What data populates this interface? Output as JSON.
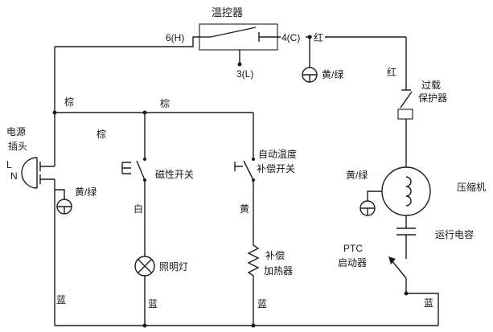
{
  "colors": {
    "ink": "#1c1c1c",
    "background": "#ffffff"
  },
  "title": {
    "thermostat": "温控器"
  },
  "thermostat": {
    "terminal_h": "6(H)",
    "terminal_c": "4(C)",
    "terminal_l": "3(L)"
  },
  "components": {
    "power_plug_line1": "电源",
    "power_plug_line2": "插头",
    "line_live": "L",
    "line_neutral": "N",
    "magnetic_switch": "磁性开关",
    "auto_temp_switch_line1": "自动温度",
    "auto_temp_switch_line2": "补偿开关",
    "lamp": "照明灯",
    "heater_line1": "补偿",
    "heater_line2": "加热器",
    "overload_line1": "过载",
    "overload_line2": "保护器",
    "compressor": "压缩机",
    "run_capacitor": "运行电容",
    "ptc_line1": "PTC",
    "ptc_line2": "启动器"
  },
  "wire_colors": {
    "red_top": "红",
    "red_right": "红",
    "brown_left": "棕",
    "brown_mid": "棕",
    "brown_branch": "棕",
    "white": "白",
    "yellow": "黄",
    "blue_left": "蓝",
    "blue_lamp": "蓝",
    "blue_heater": "蓝",
    "blue_right": "蓝",
    "yellow_green_plug": "黄/绿",
    "yellow_green_thermostat": "黄/绿",
    "yellow_green_compressor": "黄/绿"
  }
}
